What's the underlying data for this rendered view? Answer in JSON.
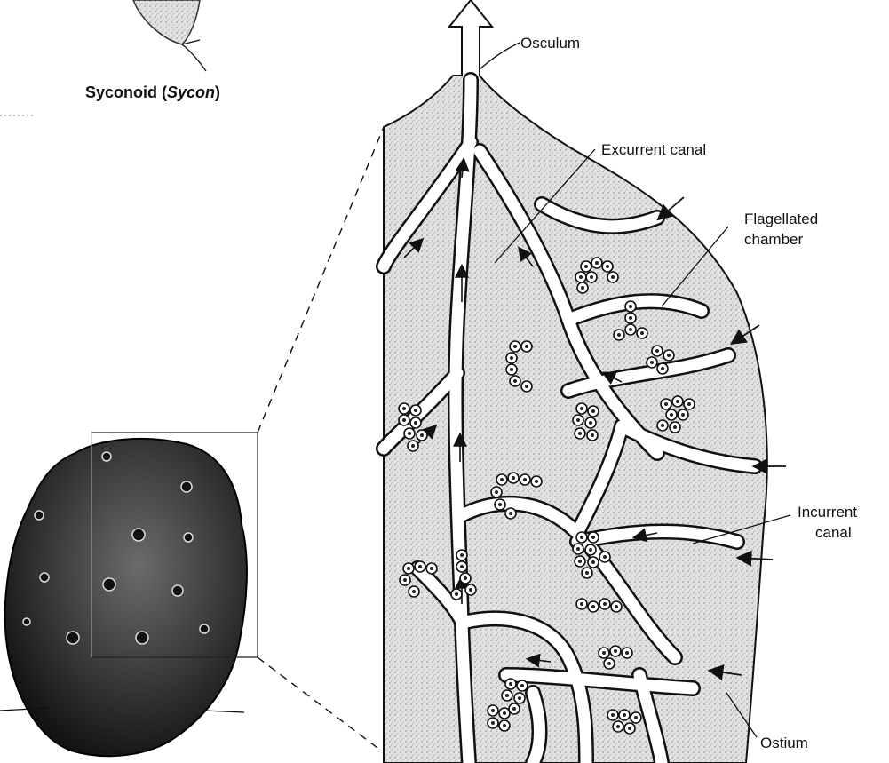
{
  "caption": {
    "text_before": "Syconoid (",
    "text_italic": "Sycon",
    "text_after": ")"
  },
  "labels": {
    "osculum": "Osculum",
    "excurrent_canal": "Excurrent canal",
    "flagellated_chamber_line1": "Flagellated",
    "flagellated_chamber_line2": "chamber",
    "incurrent_canal_line1": "Incurrent",
    "incurrent_canal_line2": "canal",
    "ostium": "Ostium"
  }
}
